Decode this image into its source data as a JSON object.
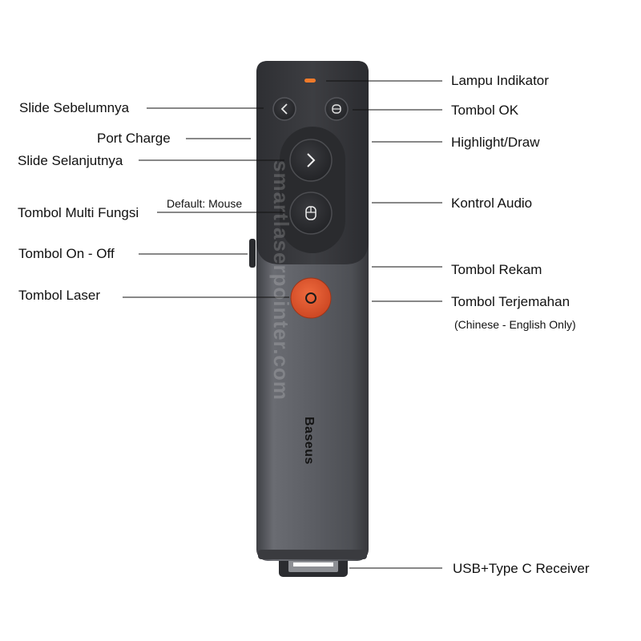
{
  "device": {
    "brand": "Baseus",
    "watermark": "smartlaserpointer.com",
    "colors": {
      "body": "#5b5d63",
      "top_panel": "#3a3b3f",
      "laser_button": "#e2502a",
      "indicator": "#f07a2a"
    }
  },
  "labels": {
    "lampu_indikator": "Lampu Indikator",
    "tombol_ok": "Tombol OK",
    "highlight_draw": "Highlight/Draw",
    "kontrol_audio": "Kontrol Audio",
    "tombol_rekam": "Tombol Rekam",
    "tombol_terjemahan": "Tombol Terjemahan",
    "terjemahan_note": "(Chinese - English Only)",
    "usb_receiver": "USB+Type C Receiver",
    "slide_sebelumnya": "Slide Sebelumnya",
    "port_charge": "Port Charge",
    "slide_selanjutnya": "Slide Selanjutnya",
    "multi_fungsi_default": "Default: Mouse",
    "tombol_multi_fungsi": "Tombol Multi Fungsi",
    "tombol_on_off": "Tombol On - Off",
    "tombol_laser": "Tombol Laser"
  },
  "icons": {
    "prev": "chevron-left-icon",
    "ok": "mouse-outline-icon",
    "next": "chevron-right-icon",
    "multi": "mouse-icon",
    "laser": "laser-dot-icon"
  }
}
